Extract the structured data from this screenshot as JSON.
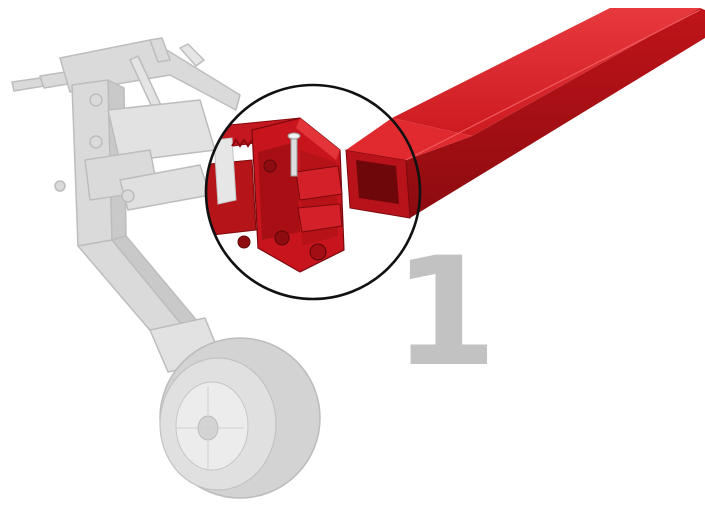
{
  "figure": {
    "step_number": "1",
    "colors": {
      "beam_red": "#c8141c",
      "beam_dark": "#8e0c10",
      "beam_light": "#e3343a",
      "ghost_gray": "#d4d4d4",
      "ghost_stroke": "#bcbcbc",
      "callout_circle": "#111111",
      "step_number": "#c2c2c2"
    },
    "icons": [
      "jockey-wheel-assembly",
      "square-tube-beam",
      "hitch-clamp-bracket",
      "detail-callout-circle"
    ]
  }
}
